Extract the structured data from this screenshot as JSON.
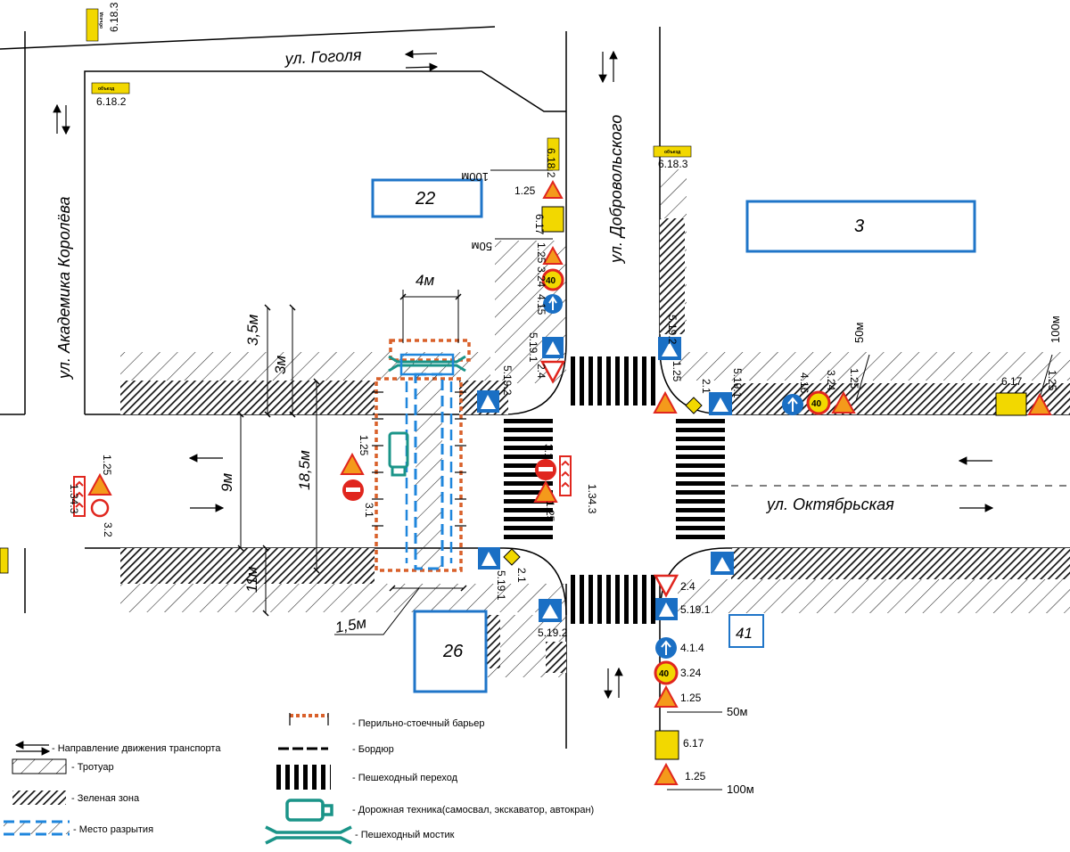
{
  "streets": {
    "gogolya": "ул. Гоголя",
    "koroleva": "ул. Академика Королёва",
    "dobrovolskogo": "ул. Добровольского",
    "oktyabrskaya": "ул. Октябрьская"
  },
  "buildings": {
    "b22": "22",
    "b3": "3",
    "b26": "26",
    "b41": "41"
  },
  "dimensions": {
    "d4m": "4м",
    "d35m": "3,5м",
    "d3m": "3м",
    "d9m": "9м",
    "d185m": "18,5м",
    "d11m": "11м",
    "d15m": "1,5м",
    "d100m_top": "100м",
    "d50m_top": "50м",
    "d50m_right": "50м",
    "d100m_right": "100м",
    "d50m_bottom": "50м",
    "d100m_bottom": "100м"
  },
  "sign_codes": {
    "s6183_top": "6.18.3",
    "s6182_topleft": "6.18.2",
    "s6182_vert": "6.18.2",
    "s6183_right": "6.18.3",
    "s125_a": "1.25",
    "s617_a": "6.17",
    "s125_b": "1.25",
    "s324_a": "3.24",
    "s415": "4.15",
    "s5191_a": "5.19.1",
    "s24_a": "2.4",
    "s5192_a": "5.19.2",
    "s21_a": "2.1",
    "s5191_b": "5.19.1",
    "s125_c": "1.25",
    "s416": "4.16",
    "s324_b": "3.24",
    "s125_d": "1.25",
    "s617_b": "6.17",
    "s125_e": "1.25",
    "s125_left": "1.25",
    "s1343_left": "1.34.3",
    "s32": "3.2",
    "s125_mid": "1.25",
    "s31_a": "3.1",
    "s31_b": "3.1",
    "s1343_b": "1.34.3",
    "s125_f": "1.25",
    "s21_b": "2.1",
    "s5191_c": "5.19.1",
    "s5192_b": "5.19.2",
    "s24_b": "2.4",
    "s5191_d": "5.19.1",
    "s5192_c": "5.19.2",
    "s414": "4.1.4",
    "s324_c": "3.24",
    "s125_g": "1.25",
    "s617_c": "6.17",
    "s125_h": "1.25",
    "speed": "40",
    "detour": "объезд"
  },
  "legend": [
    "- Направление движения транспорта",
    "- Тротуар",
    "- Зеленая зона",
    "- Место разрытия",
    "- Перильно-стоечный барьер",
    "- Бордюр",
    "- Пешеходный переход",
    "- Дорожная техника(самосвал, экскаватор, автокран)",
    "- Пешеходный мостик"
  ],
  "colors": {
    "line": "#111111",
    "building_blue": "#1f75c8",
    "barrier_orange": "#d9602a",
    "vehicle_teal": "#1a9488",
    "excavation_blue": "#1f86dc",
    "sign_blue": "#1a6fc4",
    "sign_red": "#e0261e",
    "sign_yellow": "#f2d800",
    "sign_orange": "#f49a1b"
  }
}
